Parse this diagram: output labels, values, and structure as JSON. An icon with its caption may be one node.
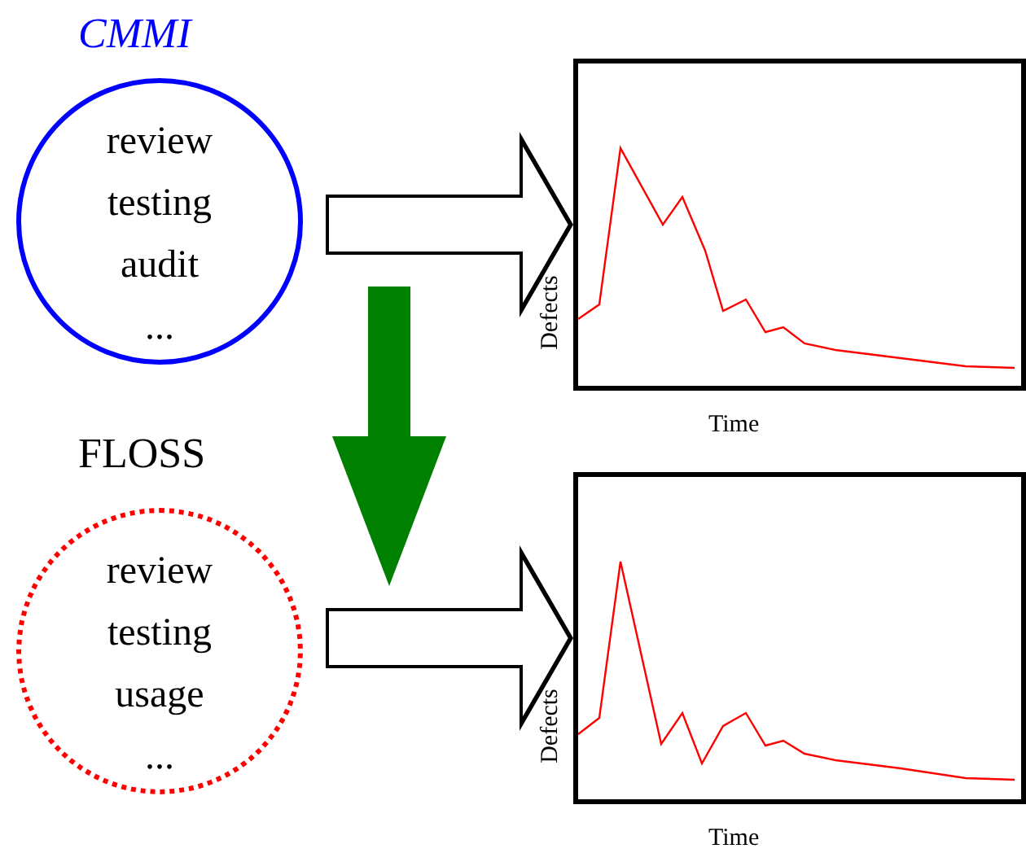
{
  "diagram": {
    "nodes": [
      {
        "text": [
          "CMMI",
          "review",
          "testing",
          "audit",
          "..."
        ]
      },
      {
        "text": [],
        "shape": "picture",
        "beside": [
          "Defects",
          "Time"
        ]
      },
      {
        "text": [
          "FLOSS",
          "review",
          "testing",
          "usage",
          "..."
        ]
      },
      {
        "text": [],
        "shape": "picture",
        "beside": [
          "Defects",
          "Time"
        ]
      }
    ],
    "edges": [
      {
        "from": 0,
        "to": 1,
        "arrow": "to"
      },
      {
        "from": 2,
        "to": 3,
        "arrow": "to"
      }
    ]
  }
}
